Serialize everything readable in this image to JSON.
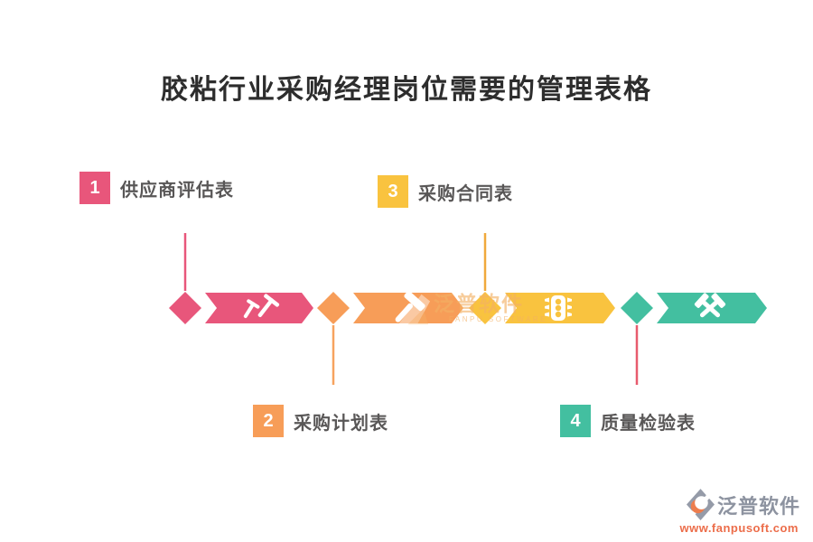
{
  "title": "胶粘行业采购经理岗位需要的管理表格",
  "items": [
    {
      "number": "1",
      "label": "供应商评估表",
      "color": "#e8567b",
      "connector_color": "#e8567b",
      "icon": "pins-icon",
      "position": "top"
    },
    {
      "number": "2",
      "label": "采购计划表",
      "color": "#f79d58",
      "connector_color": "#f7a35f",
      "icon": "hammer-icon",
      "position": "bottom"
    },
    {
      "number": "3",
      "label": "采购合同表",
      "color": "#f9c33f",
      "connector_color": "#f0a93c",
      "icon": "traffic-light-icon",
      "position": "top"
    },
    {
      "number": "4",
      "label": "质量检验表",
      "color": "#43bfa0",
      "connector_color": "#e85b6e",
      "icon": "crossed-hammers-icon",
      "position": "bottom"
    }
  ],
  "watermark": {
    "text": "泛普软件",
    "subtext": "FANPU SOFTWARE"
  },
  "footer": {
    "brand": "泛普软件",
    "url": "www.fanpusoft.com",
    "brand_color": "#8d93a0",
    "url_color": "#ec6d4a"
  },
  "palette": {
    "title_color": "#2d2d2d",
    "label_text_color": "#595757",
    "background": "#ffffff",
    "icon_color": "#ffffff"
  }
}
